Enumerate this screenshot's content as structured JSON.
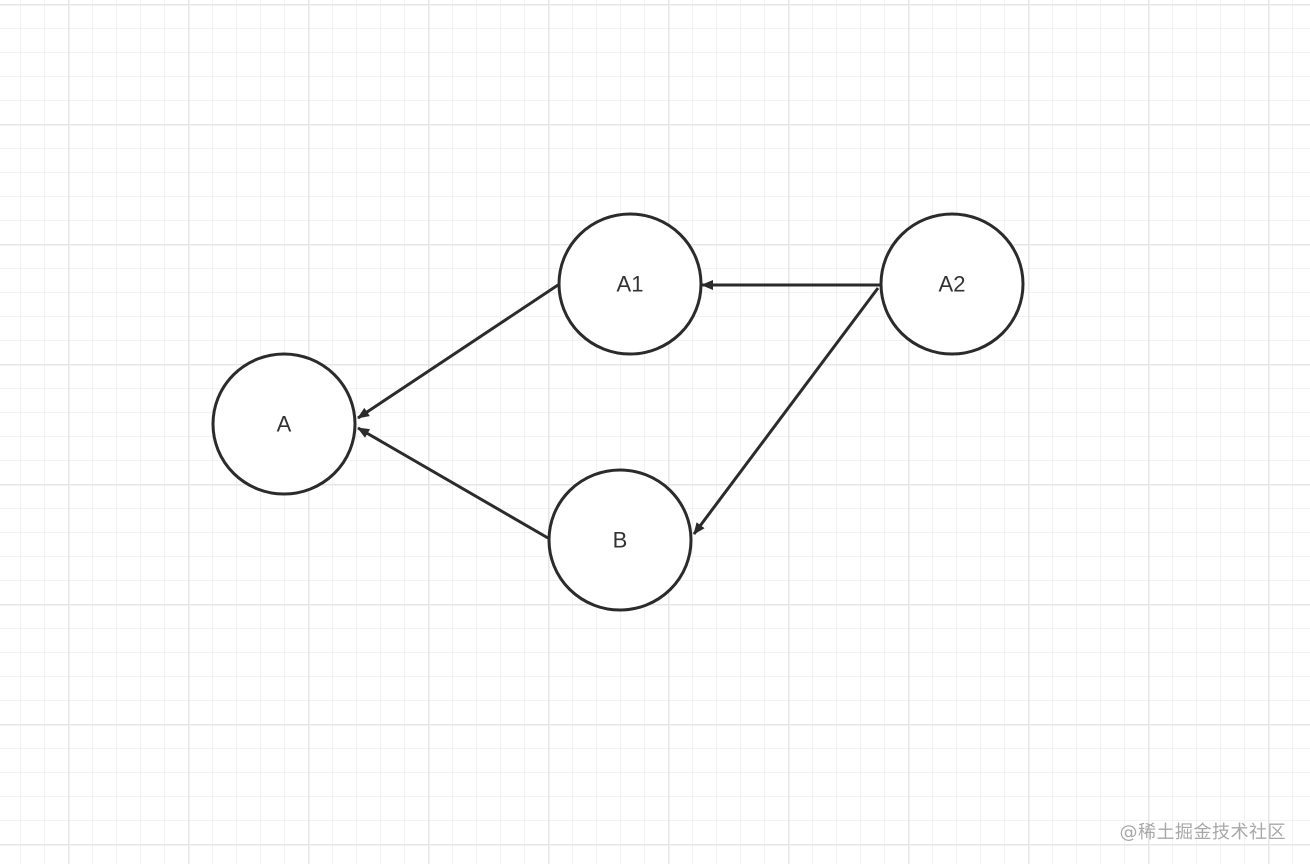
{
  "diagram": {
    "nodes": [
      {
        "id": "A",
        "label": "A"
      },
      {
        "id": "A1",
        "label": "A1"
      },
      {
        "id": "A2",
        "label": "A2"
      },
      {
        "id": "B",
        "label": "B"
      }
    ],
    "edges": [
      {
        "from": "A1",
        "to": "A"
      },
      {
        "from": "B",
        "to": "A"
      },
      {
        "from": "A2",
        "to": "A1"
      },
      {
        "from": "A2",
        "to": "B"
      }
    ]
  },
  "watermark": "@稀土掘金技术社区",
  "colors": {
    "stroke": "#2b2b2b",
    "grid_major": "#e6e6e6",
    "grid_minor": "#f2f2f2",
    "watermark": "#a8a8a8"
  }
}
